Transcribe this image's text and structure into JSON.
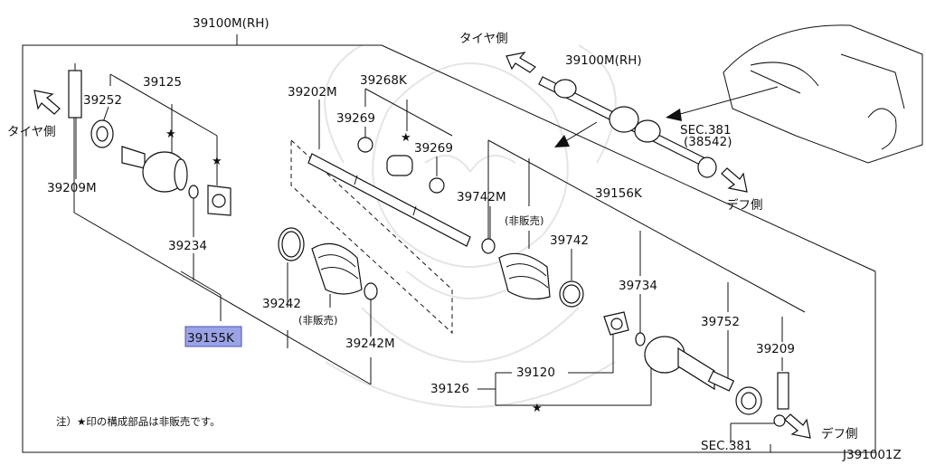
{
  "labels": {
    "top_assembly": "39100M(RH)",
    "assembly_rh": "39100M(RH)",
    "tire_side_top": "タイヤ側",
    "tire_side_left": "タイヤ側",
    "diff_side_right": "デフ側",
    "diff_side_bottom": "デフ側",
    "sec381_a": "SEC.381",
    "sec381_a_sub": "(38542)",
    "sec381_b": "SEC.381",
    "p39125": "39125",
    "p39252": "39252",
    "p39209M": "39209M",
    "p39234": "39234",
    "p39155K": "39155K",
    "p39202M": "39202M",
    "p39268K": "39268K",
    "p39269a": "39269",
    "p39269b": "39269",
    "p39242": "39242",
    "p39242M": "39242M",
    "not_sold_a": "(非販売)",
    "not_sold_b": "(非販売)",
    "p39742M": "39742M",
    "p39742": "39742",
    "p39156K": "39156K",
    "p39734": "39734",
    "p39752": "39752",
    "p39209": "39209",
    "p39120": "39120",
    "p39126": "39126",
    "star": "★",
    "note": "注）★印の構成部品は非販売です。",
    "diagram_code": "J391001Z"
  },
  "colors": {
    "highlight": "#9aa3e6",
    "line": "#111111",
    "watermark": "#cfcfcf"
  },
  "highlighted_part": "39155K"
}
